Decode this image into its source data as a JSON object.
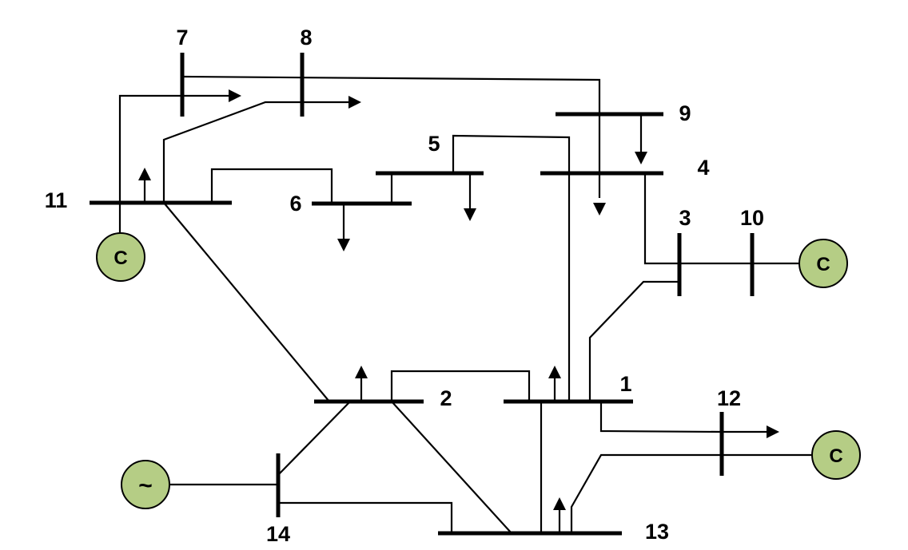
{
  "bus_labels": {
    "b1": "1",
    "b2": "2",
    "b3": "3",
    "b4": "4",
    "b5": "5",
    "b6": "6",
    "b7": "7",
    "b8": "8",
    "b9": "9",
    "b10": "10",
    "b11": "11",
    "b12": "12",
    "b13": "13",
    "b14": "14"
  },
  "generators": {
    "g11": "C",
    "g10": "C",
    "g12": "C",
    "g14": "~"
  },
  "colors": {
    "generator_fill": "#b5cd85",
    "stroke": "#000000"
  }
}
